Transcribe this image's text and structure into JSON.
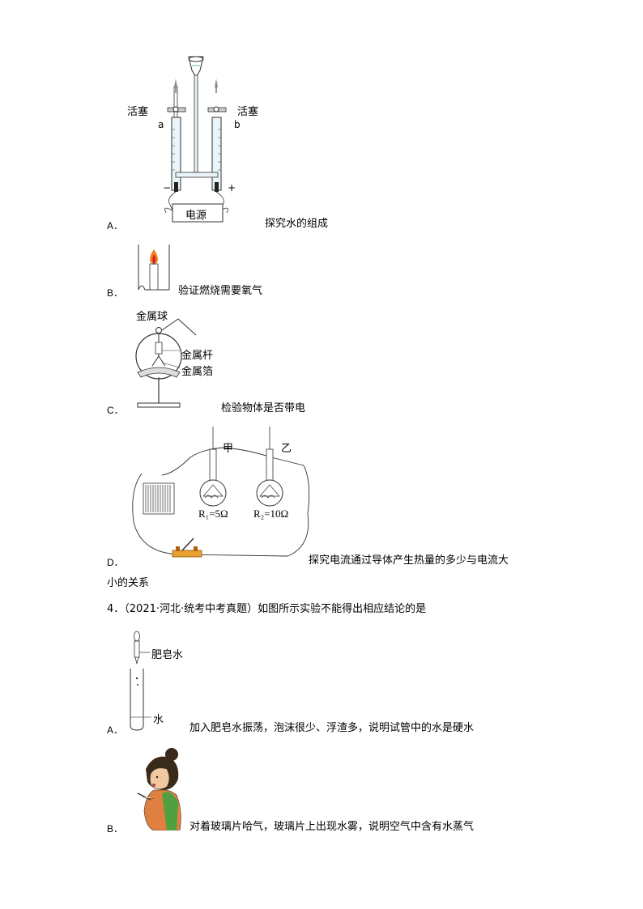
{
  "q3": {
    "optA": {
      "letter": "A．",
      "text": "探究水的组成",
      "labels": {
        "stopcock_left": "活塞",
        "stopcock_right": "活塞",
        "tube_a": "a",
        "tube_b": "b",
        "minus": "−",
        "plus": "+",
        "power": "电源"
      }
    },
    "optB": {
      "letter": "B．",
      "text": "验证燃烧需要氧气"
    },
    "optC": {
      "letter": "C．",
      "text": "检验物体是否带电",
      "labels": {
        "ball": "金属球",
        "rod": "金属杆",
        "foil": "金属箔"
      }
    },
    "optD": {
      "letter": "D．",
      "text": "探究电流通过导体产生热量的多少与电流大",
      "text2": "小的关系",
      "labels": {
        "jia": "甲",
        "yi": "乙",
        "r1": "R₁=5Ω",
        "r2": "R₂=10Ω"
      }
    }
  },
  "q4": {
    "stem": "4．（2021·河北·统考中考真题）如图所示实验不能得出相应结论的是",
    "optA": {
      "letter": "A．",
      "text": "加入肥皂水振荡，泡沫很少、浮渣多，说明试管中的水是硬水",
      "labels": {
        "soap": "肥皂水",
        "water": "水"
      }
    },
    "optB": {
      "letter": "B．",
      "text": "对着玻璃片哈气，玻璃片上出现水雾，说明空气中含有水蒸气"
    }
  }
}
